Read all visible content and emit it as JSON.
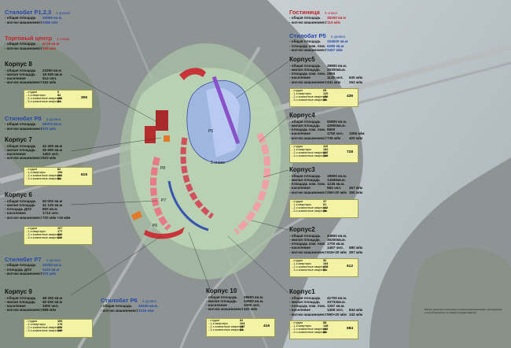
{
  "colors": {
    "blue": "#2546a8",
    "red": "#c0242a",
    "box": "#f3f3a5"
  },
  "podium_123": {
    "title": "Стилобат Р1,2,3",
    "levels": "4 уровня",
    "rows": [
      {
        "k": "- общая площадь",
        "v": "32069 кв.м."
      },
      {
        "k": "- кол-во машиномест",
        "v": "1586 м/м"
      }
    ]
  },
  "mall": {
    "title": "Торговый центр",
    "levels": "2 этажа",
    "rows": [
      {
        "k": "- общая площадь",
        "v": "6748 кв.м"
      },
      {
        "k": "- кол-во машиномест",
        "v": "359 м/м"
      }
    ]
  },
  "hotel": {
    "title": "Гостиница",
    "levels": "3 этажа",
    "rows": [
      {
        "k": "- общая площадь",
        "v": "38250 кв.м"
      },
      {
        "k": "- кол-во машиномест",
        "v": "115 м/м"
      }
    ]
  },
  "podium_p5": {
    "title": "Стилобат Р5",
    "levels": "2 уровня",
    "rows": [
      {
        "k": "- общая площадь",
        "v": "104620 кв.м"
      },
      {
        "k": "- площадь хом. пом.",
        "v": "6280 кв.м"
      },
      {
        "k": "- кол-во машиномест",
        "v": "3457 м/м"
      }
    ]
  },
  "podium_p8": {
    "title": "Стилобат Р8",
    "levels": "3 уровня",
    "rows": [
      {
        "k": "- общая площадь",
        "v": "26370 кв.м"
      },
      {
        "k": "- кол-во машиномест",
        "v": "870 м/м"
      }
    ]
  },
  "podium_p7": {
    "title": "Стилобат Р7",
    "levels": "3 уровня",
    "rows": [
      {
        "k": "- общая площадь",
        "v": "33338 кв.м."
      },
      {
        "k": "- площадь ДОУ",
        "v": "1420 кв.м"
      },
      {
        "k": "- кол-во машиномест",
        "v": "570 м/м"
      }
    ]
  },
  "podium_p6": {
    "title": "Стилобат Р6",
    "levels": "3 уровня",
    "rows": [
      {
        "k": "- общая площадь",
        "v": "30435 кв.м."
      },
      {
        "k": "- кол-во машиномест",
        "v": "1016 м/м"
      }
    ]
  },
  "k8": {
    "title": "Корпус 8",
    "rows": [
      {
        "k": "- общая площадь",
        "v": "23250 кв.м"
      },
      {
        "k": "- жилая площадь",
        "v": "19 930 кв.м"
      },
      {
        "k": "- население",
        "v": "614 чел."
      },
      {
        "k": "- кол-во машиномест",
        "v": "342 м/м"
      }
    ],
    "box": [
      {
        "k": "- студии",
        "n": "0"
      },
      {
        "k": "- 1-к квартиры",
        "n": "84"
      },
      {
        "k": "- 2-х комнатные квартиры",
        "n": "151"
      },
      {
        "k": "- 3-х комнатные квартиры",
        "n": "81"
      }
    ],
    "total": "306"
  },
  "k7": {
    "title": "Корпус 7",
    "rows": [
      {
        "k": "- общая площадь",
        "v": "42 400 кв.м"
      },
      {
        "k": "- жилая площадь",
        "v": "35 690 кв.м"
      },
      {
        "k": "- население",
        "v": "1463 чел."
      },
      {
        "k": "- кол-во машиномест",
        "v": "623 м/м"
      }
    ],
    "box": [
      {
        "k": "- студии",
        "n": "82"
      },
      {
        "k": "- 1-к квартиры",
        "n": "154"
      },
      {
        "k": "- 2-х комнатные квартиры",
        "n": "201"
      },
      {
        "k": "- 3-х комнатные квартиры",
        "n": "96"
      }
    ],
    "total": "615"
  },
  "k6": {
    "title": "Корпус 6",
    "rows": [
      {
        "k": "- общая площадь",
        "v": "50 000 кв.м"
      },
      {
        "k": "- жилая площадь",
        "v": "41 120 кв.м"
      },
      {
        "k": "- площадь ДОУ",
        "v": "800 кв.м"
      },
      {
        "k": "- население",
        "v": "1713 чел."
      },
      {
        "k": "- кол-во машиномест",
        "v": "720 м/м +16 м/м"
      }
    ],
    "box": [
      {
        "k": "- студии",
        "n": "107"
      },
      {
        "k": "- 1-к квартиры",
        "n": "177"
      },
      {
        "k": "- 2-х комнатные квартиры",
        "n": "322"
      },
      {
        "k": "- 3-х комнатные квартиры",
        "n": "110"
      }
    ],
    "total": ""
  },
  "k9": {
    "title": "Корпус 9",
    "rows": [
      {
        "k": "- общая площадь",
        "v": "48 250 кв.м"
      },
      {
        "k": "- жилая площадь",
        "v": "40 530 кв.м"
      },
      {
        "k": "- население",
        "v": "1600 чел."
      },
      {
        "k": "- кол-во машиномест",
        "v": "688 м/м"
      }
    ],
    "box": [
      {
        "k": "- студии",
        "n": "106"
      },
      {
        "k": "- 1-к квартиры",
        "n": "175"
      },
      {
        "k": "- 2-х комнатные квартиры",
        "n": "270"
      },
      {
        "k": "- 3-х комнатные квартиры",
        "n": "109"
      }
    ],
    "total": ""
  },
  "k10": {
    "title": "Корпус 10",
    "rows": [
      {
        "k": "- общая площадь",
        "v": "28600 кв.м."
      },
      {
        "k": "- жилая площадь",
        "v": "24900 кв.м."
      },
      {
        "k": "- население",
        "v": "1000 чел."
      },
      {
        "k": "- кол-во машиномест",
        "v": "420 м/м"
      }
    ],
    "box": [
      {
        "k": "- студии",
        "n": "62"
      },
      {
        "k": "- 1-к квартиры",
        "n": "104"
      },
      {
        "k": "- 2-х комнатные квартиры",
        "n": "187"
      },
      {
        "k": "- 3-х комнатные квартиры",
        "n": "63"
      }
    ],
    "total": "416"
  },
  "k5": {
    "title": "Корпус5",
    "rows": [
      {
        "k": "- общая площадь",
        "v": "39800 кв.м."
      },
      {
        "k": "- жилая площадь",
        "v": "25300кв.м."
      },
      {
        "k": "- площадь хом. пом.",
        "v": "2800"
      },
      {
        "k": "- население",
        "v": "1125 чел."
      },
      {
        "k": "- кол-во машиномест",
        "v": "441 м/м"
      }
    ],
    "extra": [
      {
        "v": "630 м/м"
      },
      {
        "v": "252 м/м"
      }
    ],
    "box": [
      {
        "k": "- студии",
        "n": "65"
      },
      {
        "k": "- 1-к квартиры",
        "n": "120"
      },
      {
        "k": "- 2-х комнатные квартиры",
        "n": "156"
      },
      {
        "k": "- 3-х комнатные квартиры",
        "n": "95"
      }
    ],
    "total": "436"
  },
  "k4": {
    "title": "Корпус4",
    "rows": [
      {
        "k": "- общая площадь",
        "v": "50800 кв.м."
      },
      {
        "k": "- жилая площадь",
        "v": "42900кв.м."
      },
      {
        "k": "- площадь хом. пом.",
        "v": "5900"
      },
      {
        "k": "- население",
        "v": "1750 чел."
      },
      {
        "k": "- кол-во машиномест",
        "v": "735 м/м"
      }
    ],
    "extra": [
      {
        "v": "1050 м/м"
      },
      {
        "v": "420 м/м"
      }
    ],
    "box": [
      {
        "k": "- студии",
        "n": "110"
      },
      {
        "k": "- 1-к квартиры",
        "n": "182"
      },
      {
        "k": "- 2-х комнатные квартиры",
        "n": "327"
      },
      {
        "k": "- 3-х комнатные квартиры",
        "n": "109"
      }
    ],
    "total": "728"
  },
  "k3": {
    "title": "Корпус3",
    "rows": [
      {
        "k": "- общая площадь",
        "v": "18500 кв.м."
      },
      {
        "k": "- жилая площадь",
        "v": "14265кв.м."
      },
      {
        "k": "- площадь хом. пом.",
        "v": "1235 кв.м."
      },
      {
        "k": "- население",
        "v": "594 чел."
      },
      {
        "k": "- кол-во машиномест",
        "v": "250+20 м/м"
      }
    ],
    "extra": [
      {
        "v": "357 м/м"
      },
      {
        "v": "150 м/м"
      }
    ],
    "box": [
      {
        "k": "- студии",
        "n": "37"
      },
      {
        "k": "- 1-к квартиры",
        "n": "61"
      },
      {
        "k": "- 2-х комнатные квартиры",
        "n": "112"
      },
      {
        "k": "- 3-х комнатные квартиры",
        "n": "38"
      }
    ],
    "total": ""
  },
  "k2": {
    "title": "Корпус2",
    "rows": [
      {
        "k": "- общая площадь",
        "v": "44800 кв.м."
      },
      {
        "k": "- жилая площадь",
        "v": "35200кв.м."
      },
      {
        "k": "- площадь хом. пом.",
        "v": "1700 кв.м."
      },
      {
        "k": "- население",
        "v": "1467 чел."
      },
      {
        "k": "- кол-во машиномест",
        "v": "616+20 м/м"
      }
    ],
    "extra": [
      {
        "v": "680 м/м"
      },
      {
        "v": "397 м/м"
      }
    ],
    "box": [
      {
        "k": "- студии",
        "n": "92"
      },
      {
        "k": "- 1-к квартиры",
        "n": "154"
      },
      {
        "k": "- 2-х комнатные квартиры",
        "n": "273"
      },
      {
        "k": "- 3-х комнатные квартиры",
        "n": "91"
      }
    ],
    "total": "612"
  },
  "k1": {
    "title": "Корпус1",
    "rows": [
      {
        "k": "- общая площадь",
        "v": "41700 кв.м."
      },
      {
        "k": "- жилая площадь",
        "v": "33733кв.м."
      },
      {
        "k": "- площадь хом. пом.",
        "v": "1267 кв.м."
      },
      {
        "k": "- население",
        "v": "1406 чел."
      },
      {
        "k": "- кол-во машиномест",
        "v": "590+20 м/м"
      }
    ],
    "extra": [
      {
        "v": "844 м/м"
      },
      {
        "v": "342 м/м"
      }
    ],
    "box": [
      {
        "k": "- студии",
        "n": "88"
      },
      {
        "k": "- 1-к квартиры",
        "n": "148"
      },
      {
        "k": "- 2-х комнатные квартиры",
        "n": "262"
      },
      {
        "k": "- 3-х комнатные квартиры",
        "n": "86"
      }
    ],
    "total": "584"
  },
  "map_labels": {
    "p5": "P5",
    "floors3": "3 этажа",
    "p6": "P6",
    "p7": "P7",
    "p8": "P8"
  },
  "note": "Расчет проектного населения и количества машиномест для корпусов 1,2,3,4,5 выполнен по общей площади квартир."
}
